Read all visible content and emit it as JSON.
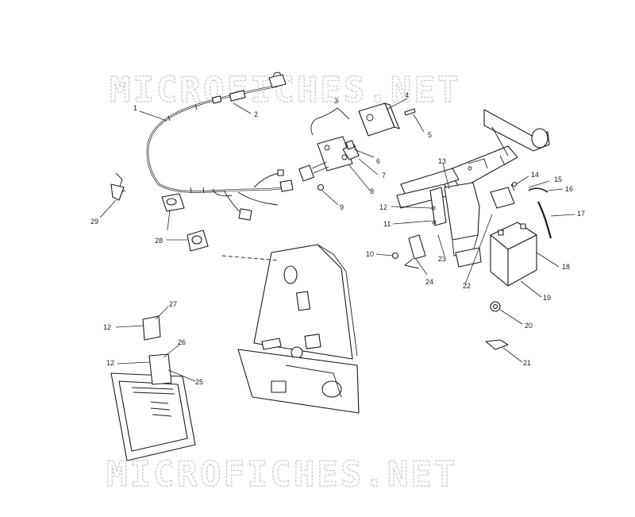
{
  "watermark_text": "MICROFICHES.NET",
  "callouts": [
    {
      "id": "c1",
      "label": "1"
    },
    {
      "id": "c2",
      "label": "2"
    },
    {
      "id": "c3",
      "label": "3"
    },
    {
      "id": "c4",
      "label": "4"
    },
    {
      "id": "c5",
      "label": "5"
    },
    {
      "id": "c6",
      "label": "6"
    },
    {
      "id": "c7",
      "label": "7"
    },
    {
      "id": "c8",
      "label": "8"
    },
    {
      "id": "c9",
      "label": "9"
    },
    {
      "id": "c10",
      "label": "10"
    },
    {
      "id": "c11",
      "label": "11"
    },
    {
      "id": "c12a",
      "label": "12"
    },
    {
      "id": "c12b",
      "label": "12"
    },
    {
      "id": "c12c",
      "label": "12"
    },
    {
      "id": "c13",
      "label": "13"
    },
    {
      "id": "c14",
      "label": "14"
    },
    {
      "id": "c15",
      "label": "15"
    },
    {
      "id": "c16",
      "label": "16"
    },
    {
      "id": "c17",
      "label": "17"
    },
    {
      "id": "c18",
      "label": "18"
    },
    {
      "id": "c19",
      "label": "19"
    },
    {
      "id": "c20",
      "label": "20"
    },
    {
      "id": "c21",
      "label": "21"
    },
    {
      "id": "c22",
      "label": "22"
    },
    {
      "id": "c23",
      "label": "23"
    },
    {
      "id": "c24",
      "label": "24"
    },
    {
      "id": "c25",
      "label": "25"
    },
    {
      "id": "c26",
      "label": "26"
    },
    {
      "id": "c27",
      "label": "27"
    },
    {
      "id": "c28",
      "label": "28"
    },
    {
      "id": "c29",
      "label": "29"
    }
  ]
}
